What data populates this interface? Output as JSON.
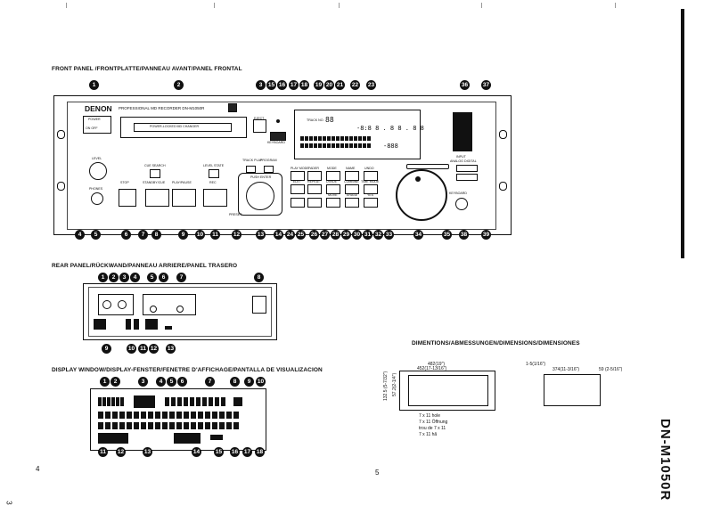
{
  "sections": {
    "front": "FRONT PANEL /FRONTPLATTE/PANNEAU AVANT/PANEL FRONTAL",
    "rear": "REAR PANEL/RÜCKWAND/PANNEAU ARRIERE/PANEL TRASERO",
    "display": "DISPLAY WINDOW/DISPLAY-FENSTER/FENETRE D'AFFICHAGE/PANTALLA DE VISUALIZACION",
    "dims": "DIMENTIONS/ABMESSUNGEN/DIMENSIONS/DIMENSIONES"
  },
  "front_panel": {
    "brand": "DENON",
    "model_line": "PROFESSIONAL MD RECORDER DN-M1050R",
    "slot_label": "POWER-LOCKED MD CHANGER",
    "power": "POWER",
    "power_sub": "ON   OFF",
    "level": "LEVEL",
    "phones": "PHONES",
    "stop": "STOP",
    "cue_search": "CUE SEARCH",
    "standby_cue": "STANDBY/CUE",
    "play_pause": "PLAY/PAUSE",
    "level_state": "LEVEL STATE",
    "rec": "REC",
    "track_play": "TRACK PLAY",
    "program": "PROGRAM",
    "push_enter": "PUSH ENTER",
    "preset": "PRESET",
    "eject": "EJECT",
    "keyboard": "KEYBOARD",
    "input": "INPUT",
    "analog_digital": "ANALOG  DIGITAL",
    "track_no": "TRACK NO.",
    "display_readout": "-8:8 8 . 8 8 . 8 8",
    "playmode": "PLAY MODE",
    "fader": "FADER",
    "edit": "EDIT",
    "mode": "MODE",
    "repeat": "REPEAT",
    "remain": "REMAIN",
    "name": "NAME",
    "divide": "DIVIDE",
    "combine": "COMBINE",
    "move": "MOVE",
    "erase": "ERASE",
    "undo": "UNDO",
    "time_mode": "TIME MODE",
    "yes": "YES",
    "recording": "RECORDING",
    "callouts_top": [
      "1",
      "2",
      "3",
      "15",
      "16",
      "17",
      "18",
      "19",
      "20",
      "21",
      "22",
      "23",
      "36",
      "37"
    ],
    "callouts_bottom": [
      "4",
      "5",
      "6",
      "7",
      "8",
      "9",
      "10",
      "11",
      "12",
      "13",
      "14",
      "24",
      "25",
      "26",
      "27",
      "28",
      "29",
      "30",
      "31",
      "32",
      "33",
      "34",
      "35",
      "38",
      "39"
    ]
  },
  "rear_panel": {
    "callouts_top": [
      "1",
      "2",
      "3",
      "4",
      "5",
      "6",
      "7",
      "8"
    ],
    "callouts_bottom": [
      "9",
      "10",
      "11",
      "12",
      "13"
    ]
  },
  "display_window": {
    "callouts_top": [
      "1",
      "2",
      "3",
      "4",
      "5",
      "6",
      "7",
      "8",
      "9",
      "10"
    ],
    "callouts_bottom": [
      "11",
      "12",
      "13",
      "14",
      "15",
      "16",
      "17",
      "18"
    ]
  },
  "dimensions": {
    "width_total": "482(19\")",
    "width_inner": "452(17-13/16\")",
    "height": "132.5 (5-7/32\")",
    "height_inner": "57.2(2-1/4\")",
    "depth_front": "1-5(1/16\")",
    "depth_body": "374(11-3/16\")",
    "depth_rear": "59 (2-5/16\")",
    "hole_note": [
      "7 x 11 hole",
      "7 x 11 Öffnung",
      "trou de 7 x 11",
      "7 x 11 hã"
    ]
  },
  "page_numbers": {
    "left": "4",
    "right": "5",
    "margin": "3"
  },
  "side_model": "DN-M1050R"
}
